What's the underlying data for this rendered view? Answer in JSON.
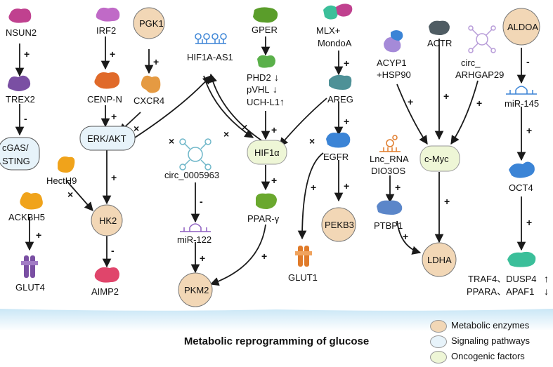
{
  "title": "Metabolic reprogramming of glucose",
  "colors": {
    "metabolic": "#f2d7b6",
    "signaling": "#e7f3fa",
    "oncogenic": "#eef6d6",
    "magenta": "#c0418f",
    "purple": "#7a4fa3",
    "orange": "#e07b2a",
    "gold": "#f0a31b",
    "green": "#5a9d2a",
    "teal": "#4e9197",
    "blue": "#3b84d6",
    "slate": "#4f5c63",
    "mint": "#3bbf9a"
  },
  "nodes": {
    "nsun2": "NSUN2",
    "trex2": "TREX2",
    "cgas": "cGAS/",
    "sting": "STING",
    "irf2": "IRF2",
    "cenpn": "CENP-N",
    "pgk1": "PGK1",
    "cxcr4": "CXCR4",
    "erkakt": "ERK/AKT",
    "hecth9": "HectH9",
    "hk2": "HK2",
    "aimp2": "AIMP2",
    "ackbh5": "ACKBH5",
    "glut4": "GLUT4",
    "hif1a_as1": "HIF1A-AS1",
    "circ0005963": "circ_0005963",
    "mir122": "miR-122",
    "pkm2": "PKM2",
    "gper": "GPER",
    "phd2": "PHD2",
    "pvhl": "pVHL",
    "uchl1": "UCH-L1",
    "hif1a": "HIF1α",
    "pparg": "PPAR-γ",
    "mlx1": "MLX+",
    "mlx2": "MondoA",
    "areg": "AREG",
    "egfr": "EGFR",
    "glut1": "GLUT1",
    "pekb3": "PEKB3",
    "acyp1": "ACYP1",
    "hsp90": "+HSP90",
    "actr": "ACTR",
    "circ_arh1": "circ_",
    "circ_arh2": "ARHGAP29",
    "cmyc": "c-Myc",
    "lnc1": "Lnc_RNA",
    "lnc2": "DIO3OS",
    "ptbp1": "PTBP1",
    "ldha": "LDHA",
    "aldoa": "ALDOA",
    "mir145": "miR-145",
    "oct4": "OCT4",
    "traf4": "TRAF4、DUSP4",
    "ppara": "PPARA、APAF1"
  },
  "signs": {
    "plus": "+",
    "minus": "-",
    "cross": "×",
    "down": "↓",
    "up": "↑"
  },
  "legend": [
    {
      "label": "Metabolic enzymes",
      "color": "#f2d7b6"
    },
    {
      "label": "Signaling pathways",
      "color": "#e7f3fa"
    },
    {
      "label": "Oncogenic factors",
      "color": "#eef6d6"
    }
  ]
}
